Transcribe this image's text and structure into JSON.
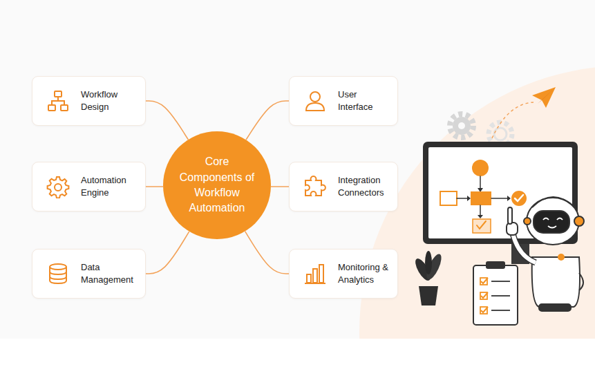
{
  "diagram": {
    "nodes": [
      {
        "text": [
          "Core Components of Workflow Automation"
        ]
      },
      {
        "text": [
          "Workflow Design"
        ]
      },
      {
        "text": [
          "User Interface"
        ]
      },
      {
        "text": [
          "Automation Engine"
        ]
      },
      {
        "text": [
          "Integration Connectors"
        ]
      },
      {
        "text": [
          "Data Management"
        ]
      },
      {
        "text": [
          "Monitoring & Analytics"
        ]
      }
    ],
    "edges": [
      {
        "from": 0,
        "to": 1,
        "arrow": "none"
      },
      {
        "from": 0,
        "to": 2,
        "arrow": "none"
      },
      {
        "from": 0,
        "to": 3,
        "arrow": "none"
      },
      {
        "from": 0,
        "to": 4,
        "arrow": "none"
      },
      {
        "from": 0,
        "to": 5,
        "arrow": "none"
      },
      {
        "from": 0,
        "to": 6,
        "arrow": "none"
      }
    ]
  }
}
